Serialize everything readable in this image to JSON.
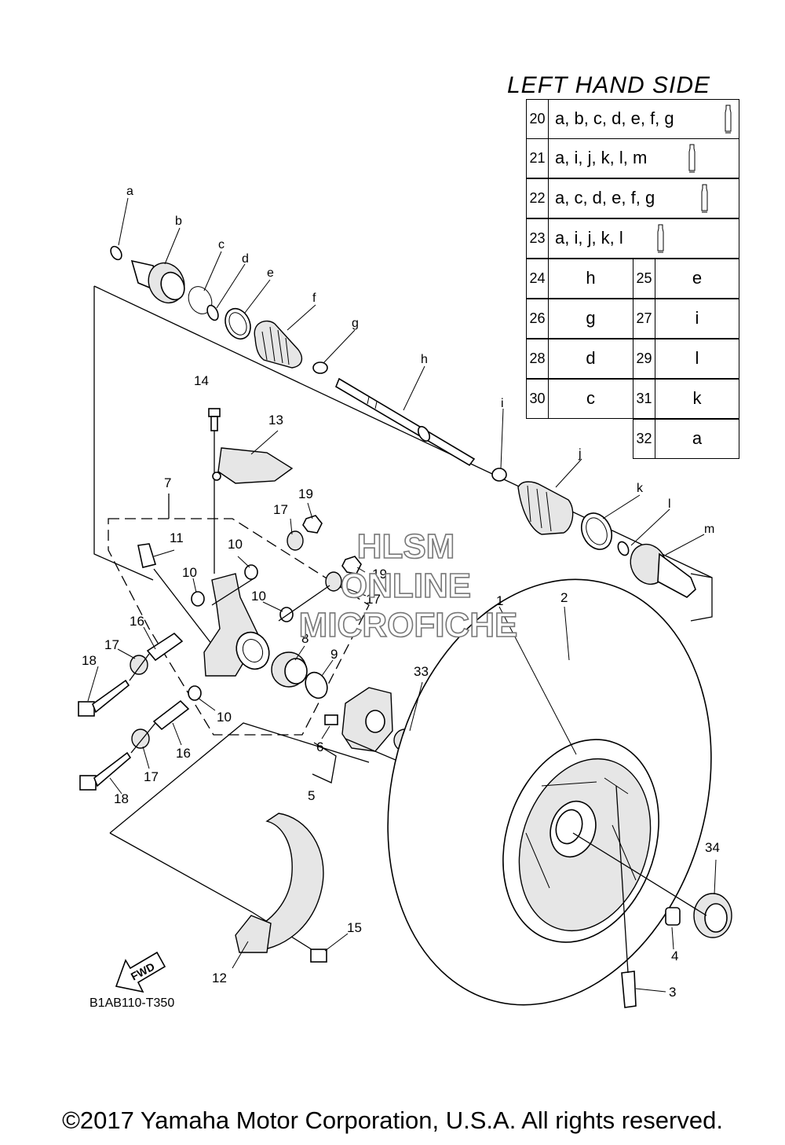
{
  "table": {
    "title": "LEFT HAND SIDE",
    "kits": [
      {
        "num": "20",
        "contents": "a, b, c, d, e, f, g",
        "icon": "grease-tube-icon"
      },
      {
        "num": "21",
        "contents": "a, i, j, k, l, m",
        "icon": "grease-tube-icon"
      },
      {
        "num": "22",
        "contents": "a, c, d, e, f, g",
        "icon": "grease-tube-icon"
      },
      {
        "num": "23",
        "contents": "a, i, j, k, l",
        "icon": "grease-tube-icon"
      }
    ],
    "pairs": [
      {
        "num": "24",
        "val": "h",
        "num2": "25",
        "val2": "e"
      },
      {
        "num": "26",
        "val": "g",
        "num2": "27",
        "val2": "i"
      },
      {
        "num": "28",
        "val": "d",
        "num2": "29",
        "val2": "l"
      },
      {
        "num": "30",
        "val": "c",
        "num2": "31",
        "val2": "k"
      }
    ],
    "last": {
      "num": "32",
      "val": "a"
    }
  },
  "callouts": {
    "n1": "1",
    "n2": "2",
    "n3": "3",
    "n4": "4",
    "n5": "5",
    "n6": "6",
    "n7": "7",
    "n8": "8",
    "n9": "9",
    "n10": "10",
    "n11": "11",
    "n12": "12",
    "n13": "13",
    "n14": "14",
    "n15": "15",
    "n16": "16",
    "n17": "17",
    "n18": "18",
    "n19": "19",
    "n33": "33",
    "n34": "34",
    "a": "a",
    "b": "b",
    "c": "c",
    "d": "d",
    "e": "e",
    "f": "f",
    "g": "g",
    "h": "h",
    "i": "i",
    "j": "j",
    "k": "k",
    "l": "l",
    "m": "m"
  },
  "watermark": {
    "line1": "HLSM",
    "line2": "ONLINE",
    "line3": "MICROFICHE"
  },
  "fwd_label": "FWD",
  "diagram_code": "B1AB110-T350",
  "copyright": "©2017 Yamaha Motor Corporation, U.S.A. All rights reserved."
}
